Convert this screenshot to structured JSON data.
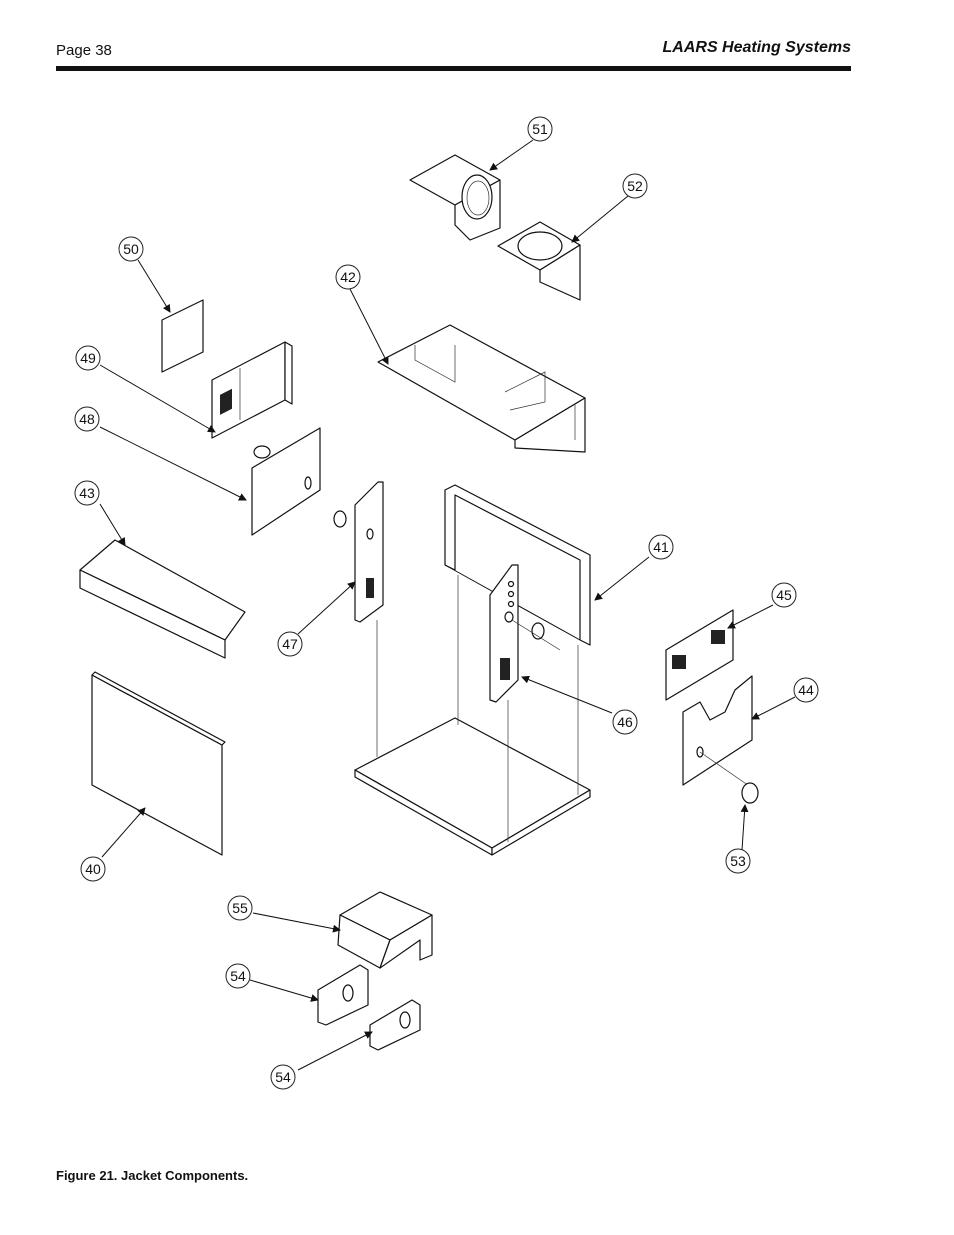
{
  "header": {
    "page_label": "Page 38",
    "brand": "LAARS Heating Systems"
  },
  "figure": {
    "caption": "Figure 21.  Jacket Components.",
    "callouts": [
      "40",
      "41",
      "42",
      "43",
      "44",
      "45",
      "46",
      "47",
      "48",
      "49",
      "50",
      "51",
      "52",
      "53",
      "54",
      "55",
      "54"
    ]
  }
}
